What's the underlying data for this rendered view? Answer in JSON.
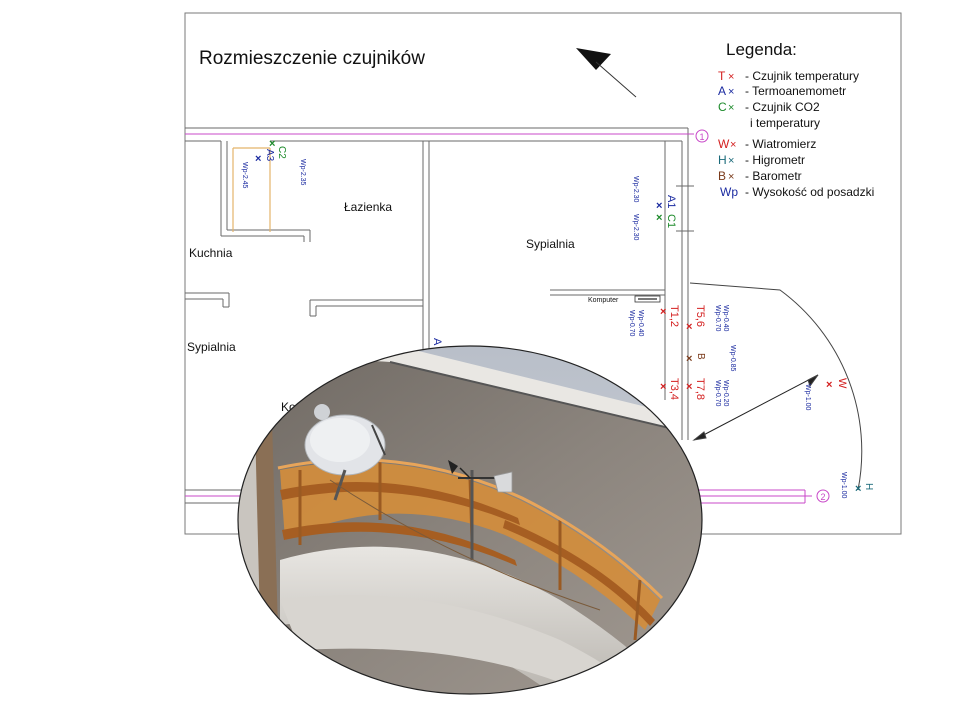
{
  "title": "Rozmieszczenie czujników",
  "legend": {
    "heading": "Legenda:",
    "items": [
      {
        "code": "T",
        "label": "- Czujnik temperatury",
        "color": "#d42020"
      },
      {
        "code": "A",
        "label": "- Termoanemometr",
        "color": "#1a2aa0"
      },
      {
        "code": "C",
        "label": "- Czujnik CO2",
        "label2": "i temperatury",
        "color": "#1c8a2a"
      },
      {
        "code": "W",
        "label": "- Wiatromierz",
        "color": "#d42020"
      },
      {
        "code": "H",
        "label": "- Higrometr",
        "color": "#1a6a7a"
      },
      {
        "code": "B",
        "label": "- Barometr",
        "color": "#7a3a1a"
      },
      {
        "code": "Wp",
        "label": "- Wysokość od posadzki",
        "color": "#1a2aa0"
      }
    ]
  },
  "rooms": {
    "lazienka": "Łazienka",
    "kuchnia": "Kuchnia",
    "sypialnia_left": "Sypialnia",
    "sypialnia_right": "Sypialnia",
    "korytarz_partial": "Ko"
  },
  "computer_label": "Komputer",
  "axes": [
    "1",
    "2"
  ],
  "sensors": {
    "c2": {
      "label": "C2",
      "wp": "Wp-2.35"
    },
    "a3": {
      "label": "A3",
      "wp": "Wp-2.45"
    },
    "a1": {
      "label": "A1",
      "wp": "Wp-2.30"
    },
    "c1": {
      "label": "C1",
      "wp": "Wp-2.30"
    },
    "t12": {
      "label": "T1,2",
      "wp1": "Wp-0.40",
      "wp2": "Wp-0.70"
    },
    "t56": {
      "label": "T5,6",
      "wp1": "Wp-0.40",
      "wp2": "Wp-0.70"
    },
    "b": {
      "label": "B",
      "wp": "Wp-0.85"
    },
    "t34": {
      "label": "T3,4"
    },
    "t78": {
      "label": "T7,8",
      "wp1": "Wp-0.20",
      "wp2": "Wp-0.70"
    },
    "w": {
      "label": "W",
      "wp": "Wp-1.00"
    },
    "h": {
      "label": "H",
      "wp": "Wp-1.00"
    },
    "a_partial": {
      "label": "A"
    }
  },
  "colors": {
    "wall": "#5a5a5a",
    "axis_line": "#c040c0",
    "door": "#e0b060",
    "sensor_red": "#d42020",
    "sensor_blue": "#1a2aa0",
    "sensor_green": "#1c8a2a",
    "sensor_teal": "#1a6a7a",
    "sensor_brown": "#7a3a1a",
    "wall_photo": "#8a8580",
    "railing": "#d08a3a"
  }
}
